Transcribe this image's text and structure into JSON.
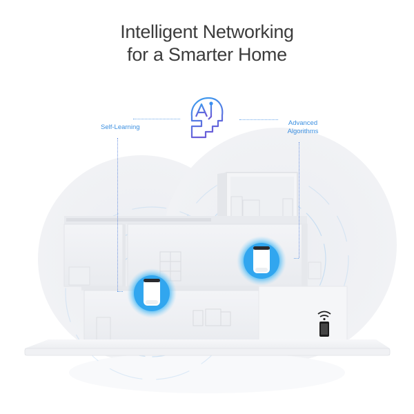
{
  "headline": {
    "line1": "Intelligent Networking",
    "line2": "for a Smarter Home"
  },
  "center_icon": "ai-head-icon",
  "center_icon_text": "AI",
  "labels": {
    "left": "Self-Learning",
    "right_line1": "Advanced",
    "right_line2": "Algorithms"
  },
  "devices": [
    {
      "name": "mesh-unit-left",
      "icon": "mesh-router-icon"
    },
    {
      "name": "mesh-unit-right",
      "icon": "mesh-router-icon"
    },
    {
      "name": "smartphone",
      "icon": "wifi-phone-icon"
    }
  ],
  "colors": {
    "accent_blue": "#3b8fe0",
    "gradient_start": "#3aa0f0",
    "gradient_end": "#6a5cd8",
    "glow_blue": "#3fb2f2",
    "title_gray": "#3c3c3c"
  }
}
